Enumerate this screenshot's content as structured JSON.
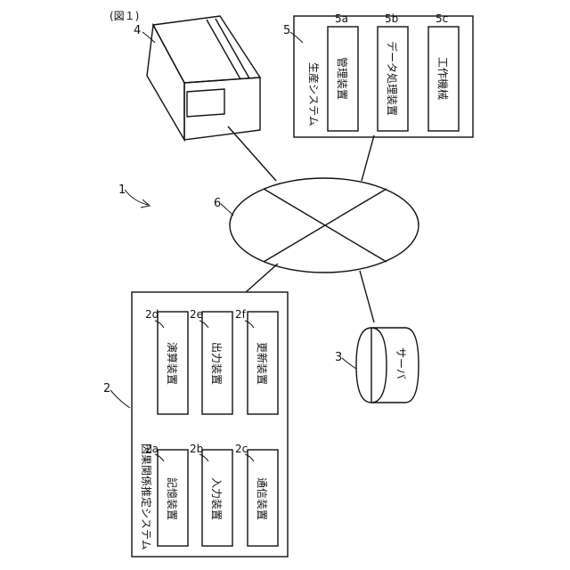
{
  "figure_label": "(図１)",
  "system_number": "1",
  "causal_system": {
    "number": "2",
    "title": "因果関係推定システム",
    "devices": [
      {
        "ref": "2a",
        "label": "記憶装置"
      },
      {
        "ref": "2b",
        "label": "入力装置"
      },
      {
        "ref": "2c",
        "label": "通信装置"
      },
      {
        "ref": "2d",
        "label": "演算装置"
      },
      {
        "ref": "2e",
        "label": "出力装置"
      },
      {
        "ref": "2f",
        "label": "更新装置"
      }
    ]
  },
  "server": {
    "number": "3",
    "label": "サーバ"
  },
  "terminal": {
    "number": "4"
  },
  "production_system": {
    "number": "5",
    "title": "生産システム",
    "devices": [
      {
        "ref": "5a",
        "label": "管理装置"
      },
      {
        "ref": "5b",
        "label": "データ処理装置"
      },
      {
        "ref": "5c",
        "label": "工作機械"
      }
    ]
  },
  "network": {
    "number": "6"
  }
}
